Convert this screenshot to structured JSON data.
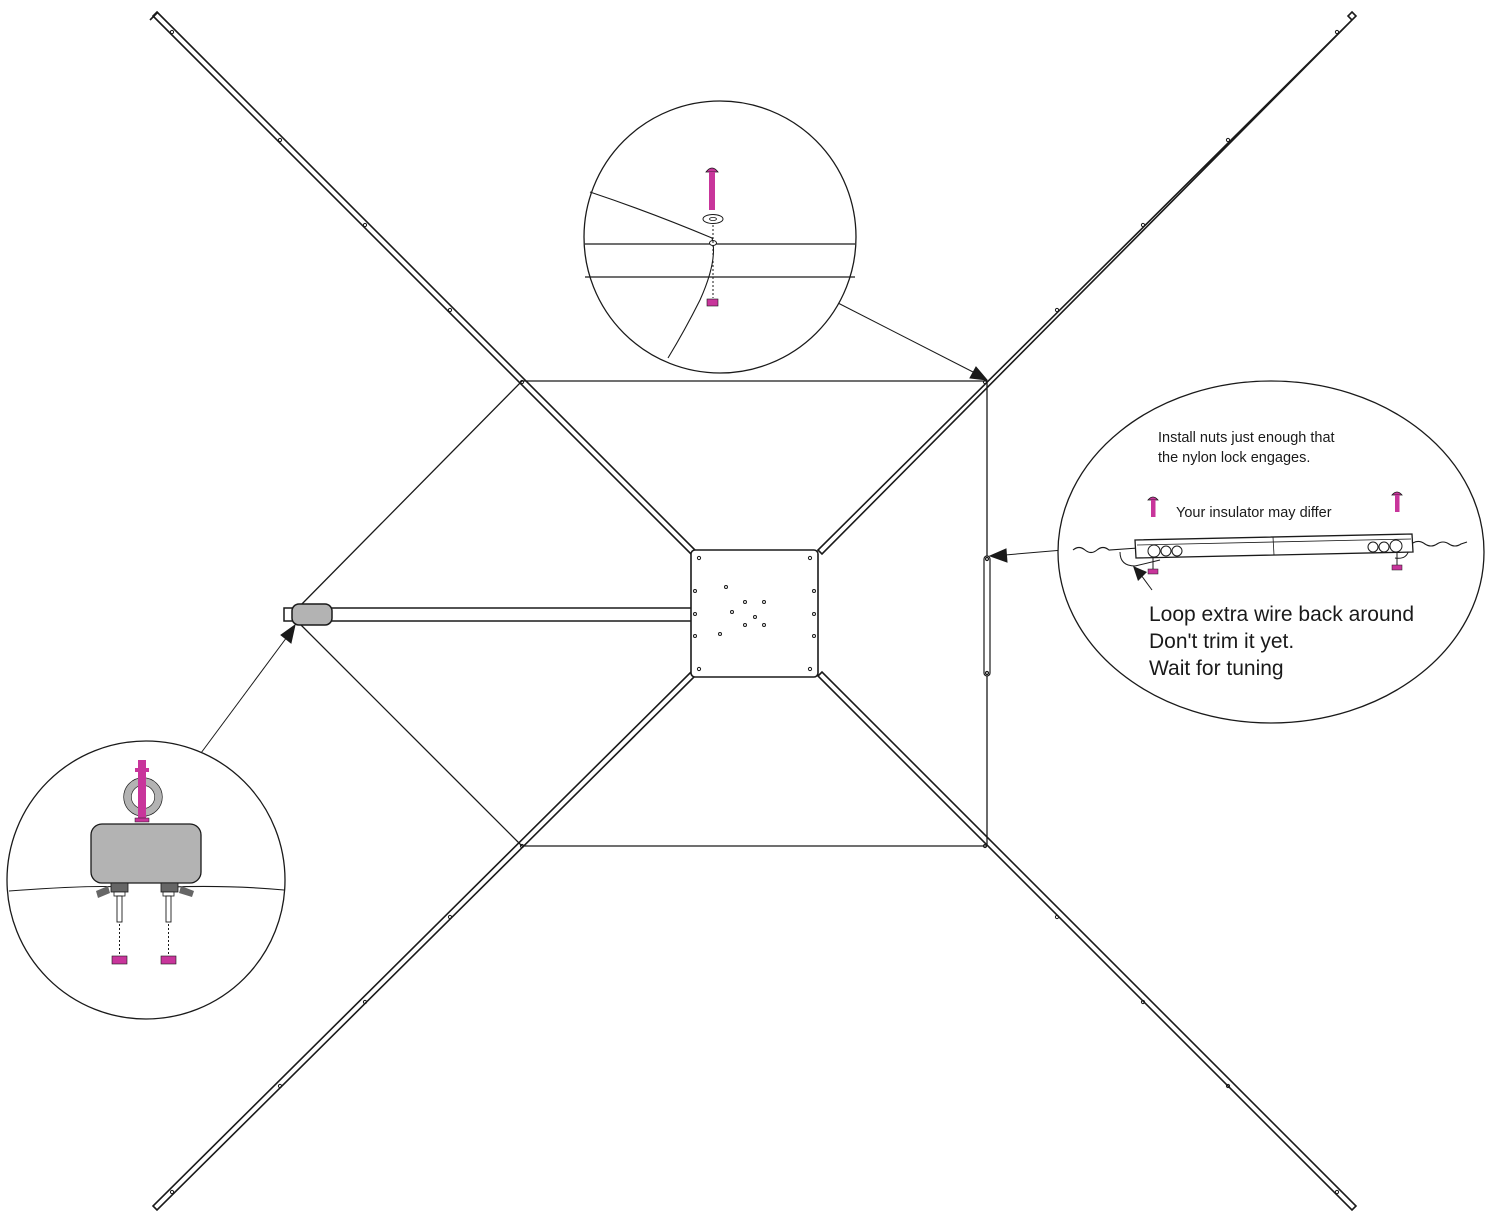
{
  "colors": {
    "line": "#1a1a1a",
    "hardware": "#c8359b",
    "insulator_fill": "#b3b3b3",
    "clamp_fill": "#666666"
  },
  "right_callout": {
    "nut_note_line1": "Install nuts just enough that",
    "nut_note_line2": "the nylon lock engages.",
    "insulator_note": "Your insulator may differ",
    "loop_note_line1": "Loop extra wire back around",
    "loop_note_line2": "Don't trim it yet.",
    "loop_note_line3": "Wait for tuning"
  },
  "icons": {
    "top_callout": "bolt-washer-nut-icon",
    "right_callout": "insulator-bolt-icon",
    "bottom_left_callout": "eye-bolt-clamp-icon"
  }
}
